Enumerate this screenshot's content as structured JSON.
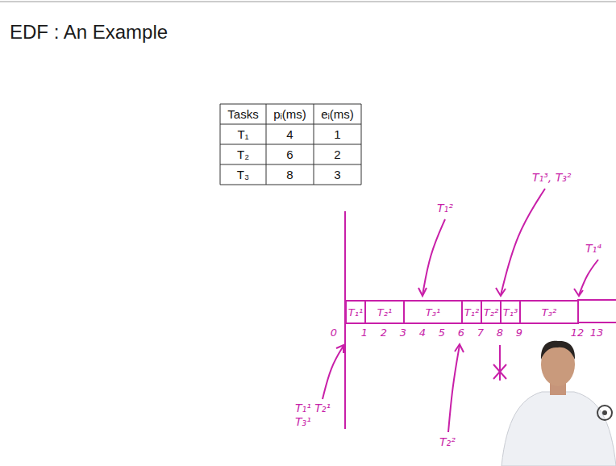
{
  "diagram": {
    "title": "EDF : An Example",
    "nodes": [
      {
        "text": [
          "T₁¹"
        ]
      },
      {
        "text": [
          "T₂¹"
        ]
      },
      {
        "text": [
          "T₃¹"
        ]
      },
      {
        "text": [
          "T₁²"
        ]
      },
      {
        "text": [
          "T₂²"
        ]
      },
      {
        "text": [
          "T₁³"
        ]
      },
      {
        "text": [
          "T₃²"
        ]
      }
    ],
    "labels": [
      "Tasks",
      "pᵢ(ms)",
      "eᵢ(ms)",
      "T₁",
      "4",
      "1",
      "T₂",
      "6",
      "2",
      "T₃",
      "8",
      "3",
      "T₁²",
      "T₁³, T₃²",
      "T₁⁴",
      "T₁¹ T₂¹ T₃¹",
      "T₂²",
      "0",
      "1",
      "2",
      "3",
      "4",
      "5",
      "6",
      "7",
      "8",
      "9",
      "12",
      "13"
    ]
  }
}
